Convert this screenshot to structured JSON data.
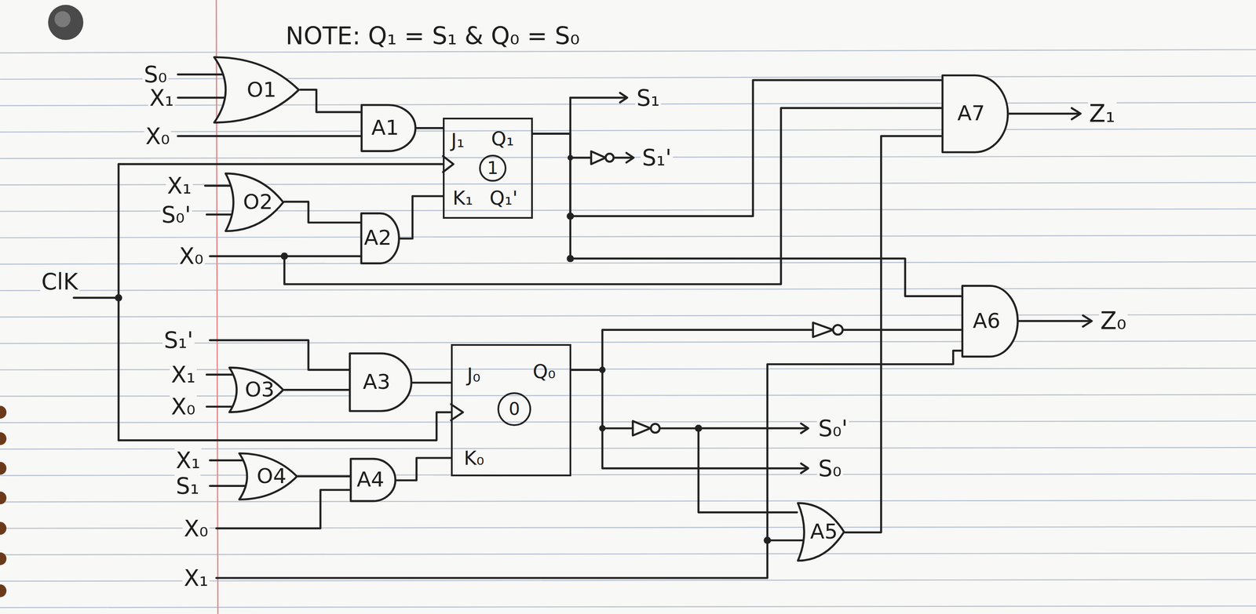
{
  "diagram": {
    "nodes": [
      {
        "text": [
          "O1"
        ]
      },
      {
        "text": [
          "A1"
        ]
      },
      {
        "text": [
          "J₁",
          "Q₁",
          "K₁",
          "Q₁'"
        ]
      },
      {
        "text": [
          "1"
        ],
        "in": 2
      },
      {
        "text": [
          "A7"
        ]
      },
      {
        "text": [
          "O2"
        ]
      },
      {
        "text": [
          "A2"
        ]
      },
      {
        "text": [
          "A6"
        ]
      },
      {
        "text": [
          "O3"
        ]
      },
      {
        "text": [
          "A3"
        ]
      },
      {
        "text": [
          "J₀",
          "Q₀",
          "K₀"
        ]
      },
      {
        "text": [
          "0"
        ],
        "in": 10
      },
      {
        "text": [
          "O4"
        ]
      },
      {
        "text": [
          "A4"
        ]
      },
      {
        "text": [
          "A5"
        ]
      }
    ],
    "edges": [
      {
        "from": 0,
        "to": 1,
        "arrow": "none"
      },
      {
        "from": 1,
        "to": 2,
        "arrow": "none"
      },
      {
        "from": 5,
        "to": 6,
        "arrow": "none"
      },
      {
        "from": 6,
        "to": 2,
        "arrow": "none"
      },
      {
        "from": 8,
        "to": 9,
        "arrow": "none"
      },
      {
        "from": 9,
        "to": 10,
        "arrow": "none"
      },
      {
        "from": 12,
        "to": 13,
        "arrow": "none"
      },
      {
        "from": 13,
        "to": 10,
        "arrow": "none"
      },
      {
        "from": 2,
        "to": 4,
        "arrow": "none"
      },
      {
        "from": 2,
        "to": 7,
        "arrow": "none"
      },
      {
        "from": 10,
        "to": 7,
        "arrow": "none"
      },
      {
        "from": 10,
        "to": 14,
        "arrow": "none"
      },
      {
        "from": 14,
        "to": 4,
        "arrow": "none"
      }
    ],
    "labels": [
      "NOTE: Q₁ = S₁ & Q₀ = S₀",
      "S₀",
      "X₁",
      "X₀",
      "X₁",
      "S₀'",
      "X₀",
      "ClK",
      "S₁'",
      "X₁",
      "X₀",
      "X₁",
      "S₁",
      "X₀",
      "X₁",
      "S₁",
      "S₁'",
      "S₀'",
      "S₀",
      "Z₁",
      "Z₀"
    ]
  }
}
